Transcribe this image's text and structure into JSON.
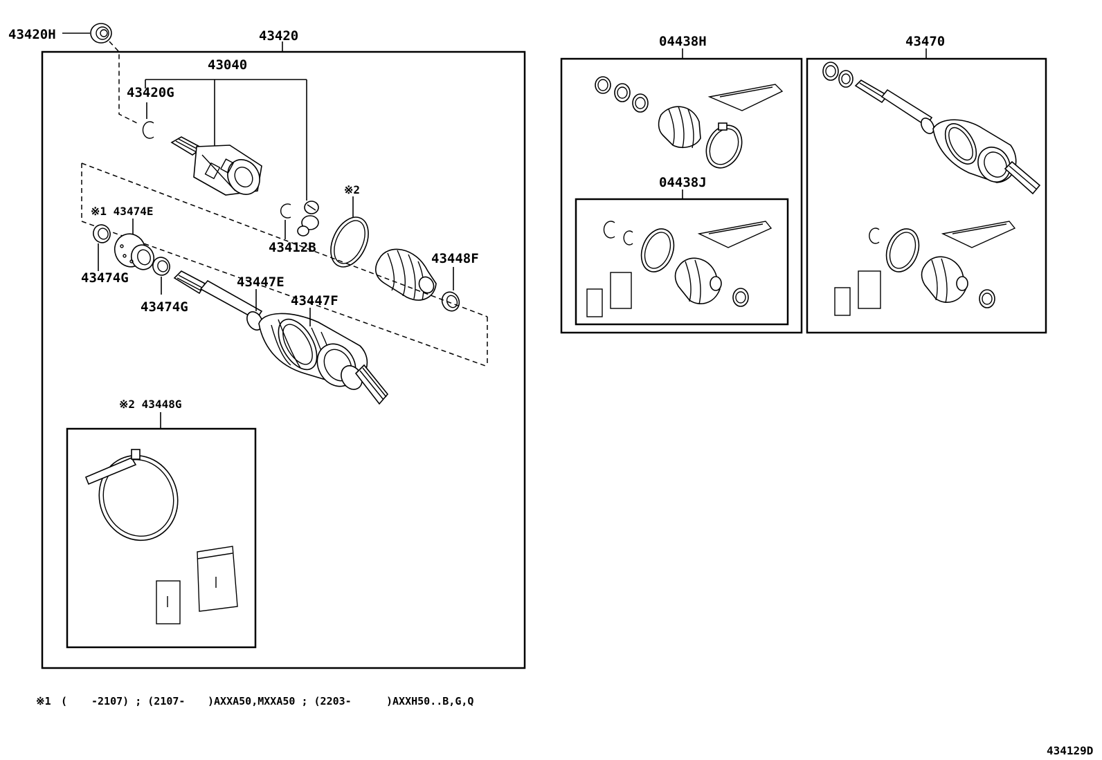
{
  "parts": {
    "p43420H": "43420H",
    "p43420": "43420",
    "p43040": "43040",
    "p43420G": "43420G",
    "mark2_a": "※2",
    "p43474E": "※1 43474E",
    "p43412B": "43412B",
    "p43448F": "43448F",
    "p43474G_a": "43474G",
    "p43474G_b": "43474G",
    "p43447E": "43447E",
    "p43447F": "43447F",
    "p43448G": "※2 43448G",
    "p04438H": "04438H",
    "p04438J": "04438J",
    "p43470": "43470"
  },
  "footnote": {
    "mark": "※1",
    "seg1": "(",
    "seg2": "-2107) ; (2107-",
    "seg3": ")AXXA50,MXXA50 ; (2203-",
    "seg4": ")AXXH50..B,G,Q"
  },
  "illustration_id": "434129D"
}
